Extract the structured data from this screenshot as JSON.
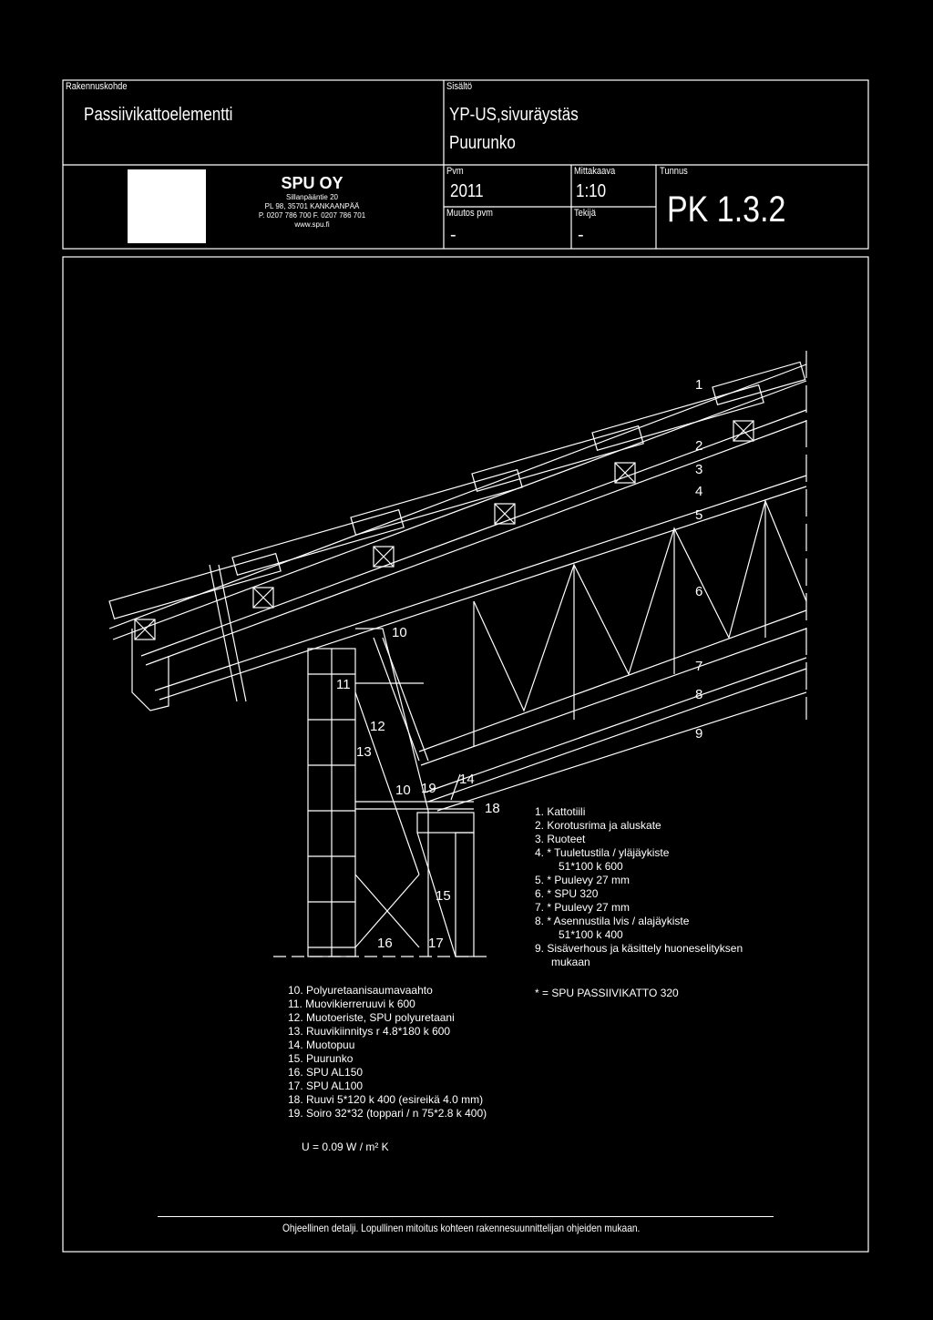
{
  "title_block": {
    "project_label": "Rakennuskohde",
    "project_name": "Passiivikattoelementti",
    "content_label": "Sisältö",
    "content_line1": "YP-US,sivuräystäs",
    "content_line2": "Puurunko",
    "company_name": "SPU OY",
    "company_lines": [
      "Sillanpääntie 20",
      "PL 98, 35701 KANKAANPÄÄ",
      "P. 0207 786 700   F. 0207 786 701",
      "www.spu.fi"
    ],
    "date_label": "Pvm",
    "date_value": "2011",
    "scale_label": "Mittakaava",
    "scale_value": "1:10",
    "code_label": "Tunnus",
    "code_value": "PK 1.3.2",
    "changed_label": "Muutos pvm",
    "changed_value": "-",
    "designer_label": "Tekijä",
    "designer_value": "-"
  },
  "drawing_labels": [
    "1",
    "2",
    "3",
    "4",
    "5",
    "6",
    "7",
    "8",
    "9",
    "10",
    "11",
    "12",
    "13",
    "10",
    "19",
    "14",
    "18",
    "15",
    "16",
    "17"
  ],
  "legend_right": [
    "1.  Kattotiili",
    "2.  Korotusrima ja aluskate",
    "3.  Ruoteet",
    "4.  *  Tuuletustila / yläjäykiste",
    "51*100 k 600",
    "5.  *  Puulevy 27 mm",
    "6.  *  SPU 320",
    "7.  *  Puulevy 27 mm",
    "8.  *  Asennustila lvis / alajäykiste",
    "51*100 k 400",
    "9.  Sisäverhous  ja käsittely huoneselityksen",
    "mukaan"
  ],
  "legend_note": "* = SPU PASSIIVIKATTO 320",
  "legend_left": [
    "10.  Polyuretaanisaumavaahto",
    "11.  Muovikierreruuvi k 600",
    "12.  Muotoeriste, SPU polyuretaani",
    "13.  Ruuvikiinnitys r 4.8*180 k 600",
    "14.  Muotopuu",
    "15.  Puurunko",
    "16.  SPU AL150",
    "17.  SPU AL100",
    "18.  Ruuvi  5*120 k 400 (esireikä 4.0 mm)",
    "19.  Soiro 32*32 (toppari / n 75*2.8 k 400)"
  ],
  "u_value": "U =  0.09  W / m² K",
  "footer_note": "Ohjeellinen detalji. Lopullinen mitoitus kohteen rakennesuunnittelijan ohjeiden mukaan."
}
